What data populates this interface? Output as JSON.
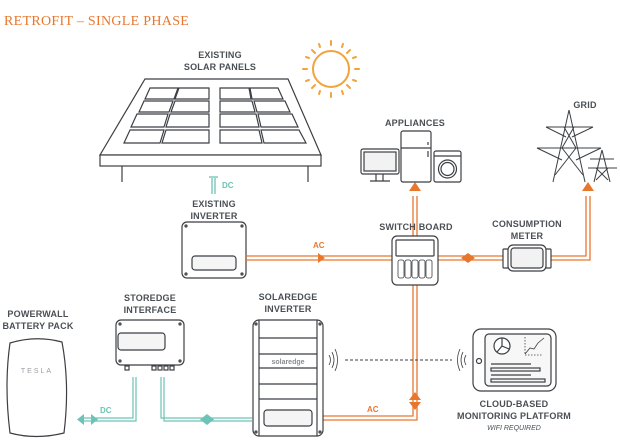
{
  "title": "RETROFIT – SINGLE PHASE",
  "colors": {
    "ac": "#e8772e",
    "dc": "#6cc3b6",
    "sun": "#f2a33a",
    "stroke": "#3c3f43",
    "text": "#4a4f55"
  },
  "components": {
    "solar_panels": {
      "line1": "EXISTING",
      "line2": "SOLAR PANELS"
    },
    "existing_inverter": {
      "line1": "EXISTING",
      "line2": "INVERTER"
    },
    "appliances": {
      "label": "APPLIANCES"
    },
    "grid": {
      "label": "GRID"
    },
    "switch_board": {
      "label": "SWITCH BOARD"
    },
    "consumption_meter": {
      "line1": "CONSUMPTION",
      "line2": "METER"
    },
    "powerwall": {
      "line1": "POWERWALL",
      "line2": "BATTERY PACK",
      "brand": "TESLA"
    },
    "storedge": {
      "line1": "STOREDGE",
      "line2": "INTERFACE"
    },
    "solaredge_inverter": {
      "line1": "SOLAREDGE",
      "line2": "INVERTER",
      "brand": "solaredge"
    },
    "monitoring": {
      "line1": "CLOUD-BASED",
      "line2": "MONITORING PLATFORM",
      "note": "WIFI REQUIRED"
    }
  },
  "flows": {
    "dc_panel": "DC",
    "ac_inverter": "AC",
    "dc_battery": "DC",
    "ac_solaredge": "AC"
  }
}
